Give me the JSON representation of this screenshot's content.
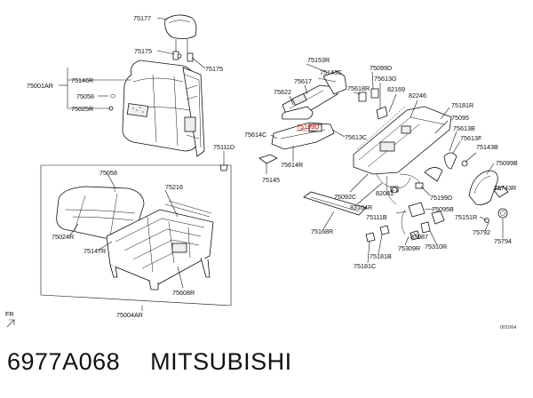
{
  "diagram": {
    "labels": {
      "l75177": "75177",
      "l75175a": "75175",
      "l75175b": "75175",
      "l75001AR": "75001AR",
      "l75146R": "75146R",
      "l75058a": "75058",
      "l75025R": "75025R",
      "l75111D": "75111D",
      "l75058b": "75058",
      "l75216": "75216",
      "l75024R": "75024R",
      "l75147R": "75147R",
      "l75608R": "75608R",
      "l75004AR": "75004AR",
      "l75153R": "75153R",
      "l75143C": "75143C",
      "l75617": "75617",
      "l75622": "75622",
      "l75618R": "75618R",
      "l75099D": "75099D",
      "l75613G": "75613G",
      "l82169": "82169",
      "l82246": "82246",
      "l75181R": "75181R",
      "l75095": "75095",
      "l75613B": "75613B",
      "l75613F": "75613F",
      "l75143B": "75143B",
      "l75614C": "75614C",
      "l75199D_red": "75199D",
      "l75613C": "75613C",
      "l75614R": "75614R",
      "l75145": "75145",
      "l75092C": "75092C",
      "l82081": "82081",
      "l75199D": "75199D",
      "l83104R": "83104R",
      "l75111B": "75111B",
      "l75095B": "75095B",
      "l75099B": "75099B",
      "l75743R": "75743R",
      "l75151R": "75151R",
      "l75792": "75792",
      "l75794": "75794",
      "l75168R": "75168R",
      "l83087": "83087",
      "l75309R": "75309R",
      "l75310R": "75310R",
      "l75181B": "75181B",
      "l75181C": "75181C",
      "fr": "FR",
      "code": "001064"
    }
  },
  "footer": {
    "part_number": "6977A068",
    "brand": "MITSUBISHI"
  }
}
